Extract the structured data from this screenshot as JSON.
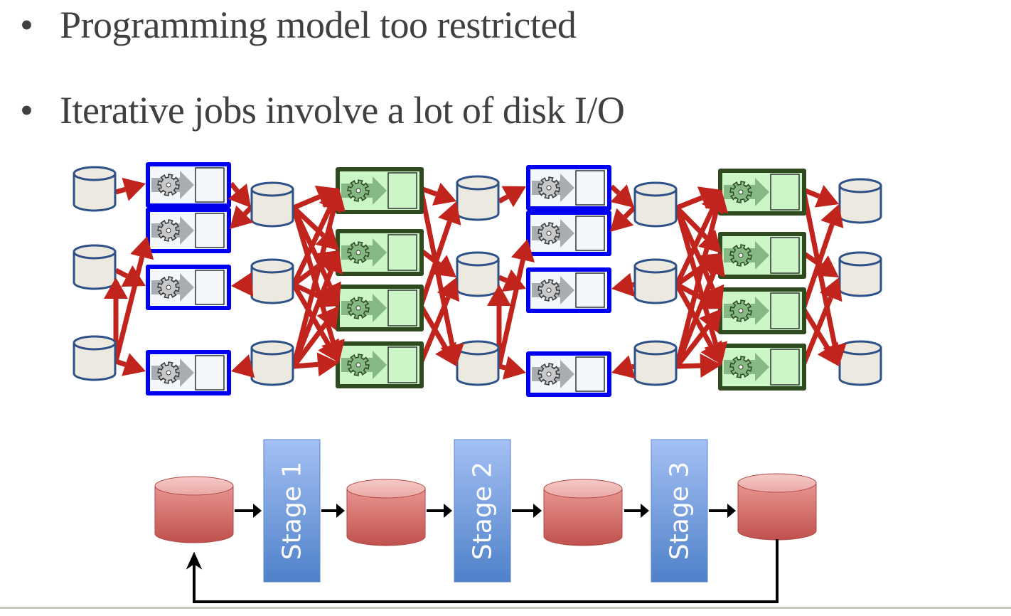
{
  "bullets": [
    {
      "symbol": "•",
      "text": "Programming model too restricted"
    },
    {
      "symbol": "•",
      "text": "Iterative jobs involve a lot of disk I/O"
    }
  ],
  "mapreduce_diagram": {
    "description": "Chained MapReduce jobs reading and writing disk between every stage",
    "colors": {
      "map_border": "#0000ee",
      "reduce_border": "#2f4a1e",
      "reduce_fill": "#ccf5c8",
      "map_fill": "#f3f7fb",
      "arrow": "#c0241c",
      "disk_fill": "#ece9e0",
      "disk_stroke": "#2e5287"
    },
    "jobs": [
      {
        "type": "map",
        "task_count": 4
      },
      {
        "type": "reduce",
        "task_count": 4
      },
      {
        "type": "map",
        "task_count": 4
      },
      {
        "type": "reduce",
        "task_count": 4
      }
    ],
    "disk_columns": 5,
    "disks_per_column": 3
  },
  "stage_pipeline": {
    "stages": [
      {
        "label": "Stage 1"
      },
      {
        "label": "Stage 2"
      },
      {
        "label": "Stage 3"
      }
    ],
    "colors": {
      "stage_top": "#a4c0f4",
      "stage_bottom": "#4f81c9",
      "disk_top": "#f3c3c1",
      "disk_bottom": "#c0504d",
      "arrow": "#000000"
    },
    "disk_count": 4,
    "feedback_loop": true
  }
}
